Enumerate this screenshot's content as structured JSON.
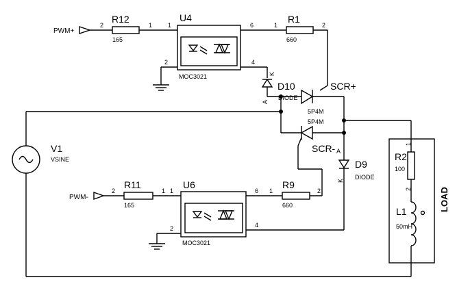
{
  "ports": {
    "pwm_plus": "PWM+",
    "pwm_minus": "PWM-"
  },
  "components": {
    "r12": {
      "ref": "R12",
      "value": "165",
      "pin1": "2",
      "pin2": "1"
    },
    "u4": {
      "ref": "U4",
      "part": "MOC3021",
      "pin1": "1",
      "pin2": "2",
      "pin6": "6",
      "pin4": "4"
    },
    "r1": {
      "ref": "R1",
      "value": "660",
      "pin1": "1",
      "pin2": "2"
    },
    "d10": {
      "ref": "D10",
      "part": "DIODE",
      "pin_k": "K",
      "pin_a": "A"
    },
    "scr_plus": {
      "ref": "SCR+",
      "part": "5P4M"
    },
    "scr_minus": {
      "ref": "SCR-",
      "part": "5P4M",
      "pin_a": "A"
    },
    "v1": {
      "ref": "V1",
      "part": "VSINE"
    },
    "r11": {
      "ref": "R11",
      "value": "165",
      "pin1": "2",
      "pin2": "1"
    },
    "u6": {
      "ref": "U6",
      "part": "MOC3021",
      "pin1": "1",
      "pin2": "2",
      "pin6": "6",
      "pin4": "4"
    },
    "r9": {
      "ref": "R9",
      "value": "660",
      "pin1": "1",
      "pin2": "2"
    },
    "d9": {
      "ref": "D9",
      "part": "DIODE",
      "pin_a": "A",
      "pin_k": "K"
    },
    "r2": {
      "ref": "R2",
      "value": "100",
      "pin1": "1",
      "pin2": "2"
    },
    "l1": {
      "ref": "L1",
      "value": "50mH"
    },
    "load": {
      "label": "LOAD"
    }
  }
}
